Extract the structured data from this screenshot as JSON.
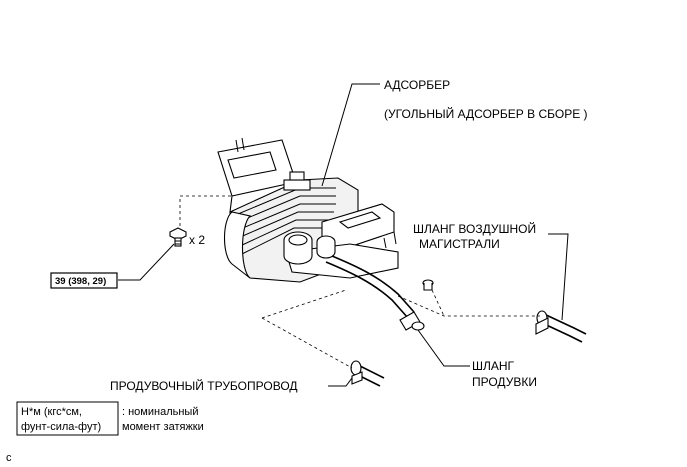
{
  "labels": {
    "canister": "АДСОРБЕР",
    "canister_sub": "(УГОЛЬНЫЙ АДСОРБЕР В СБОРЕ )",
    "air_hose_line1": "ШЛАНГ ВОЗДУШНОЙ",
    "air_hose_line2": "МАГИСТРАЛИ",
    "purge_hose_line1": "ШЛАНГ",
    "purge_hose_line2": "ПРОДУВКИ",
    "purge_pipe": "ПРОДУВОЧНЫЙ ТРУБОПРОВОД",
    "bolt_qty": "x 2",
    "torque": "39 (398, 29)"
  },
  "legend": {
    "box_line1": "Н*м (кгс*см,",
    "box_line2": "фунт-сила-фут)",
    "desc_line1": ": номинальный",
    "desc_line2": "момент затяжки"
  },
  "figure_code": "c"
}
